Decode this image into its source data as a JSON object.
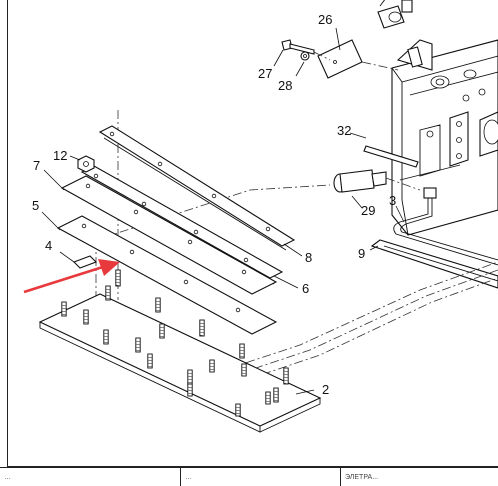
{
  "callouts": {
    "p2": "2",
    "p3": "3",
    "p4": "4",
    "p5": "5",
    "p6": "6",
    "p7": "7",
    "p8": "8",
    "p9": "9",
    "p12": "12",
    "p26": "26",
    "p27": "27",
    "p28": "28",
    "p29": "29",
    "p32": "32"
  },
  "highlight": {
    "arrow_color": "#e8393c"
  },
  "table": {
    "col1": "…",
    "col2": "…",
    "col3": "ЭЛЕТРА..."
  }
}
